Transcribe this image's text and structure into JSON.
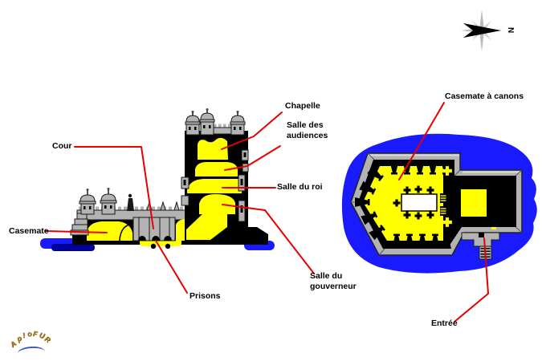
{
  "diagram": {
    "labels": {
      "cour": "Cour",
      "casemate": "Casemate",
      "prisons": "Prisons",
      "chapelle": "Chapelle",
      "salle_audiences": "Salle des\naudiences",
      "salle_roi": "Salle du roi",
      "salle_gouverneur": "Salle du\ngouverneur",
      "casemate_canons": "Casemate à canons",
      "entree": "Entrée"
    },
    "compass": {
      "letter": "N"
    },
    "logo": {
      "letters": [
        "A",
        "p",
        "!",
        "o",
        "F",
        "U",
        "R"
      ]
    },
    "colors": {
      "room_highlight": "#ffff00",
      "water": "#1a1aff",
      "water_shadow": "#000099",
      "stone": "#b3b3b3",
      "structure": "#000000",
      "leader_line": "#e60000",
      "logo_gold": "#a87a1a",
      "logo_blue": "#3b55c0"
    }
  }
}
